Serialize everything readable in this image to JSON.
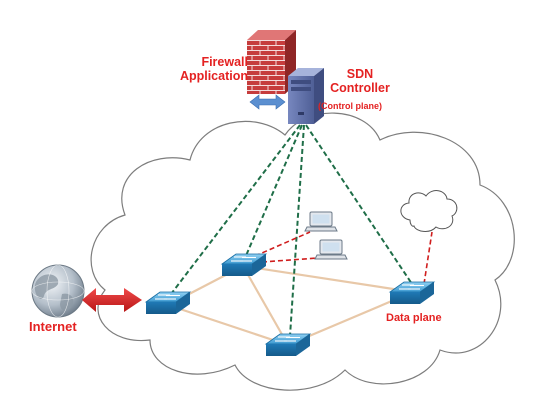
{
  "labels": {
    "firewall_line1": "Firewall",
    "firewall_line2": "Application",
    "sdn_line1": "SDN",
    "sdn_line2": "Controller",
    "control_plane": "(Control plane)",
    "internet": "Internet",
    "data_plane": "Data plane"
  },
  "icons": {
    "firewall": "firewall-brick-wall-icon",
    "controller": "server-tower-icon",
    "switch": "network-switch-icon",
    "laptop": "laptop-icon",
    "globe": "globe-icon",
    "small_cloud": "cloud-icon",
    "network_cloud": "cloud-icon"
  },
  "colors": {
    "label_red": "#e42222",
    "control_link": "#1f6e48",
    "physical_link": "#e8c8a8",
    "host_link": "#d01e1e",
    "switch_blue": "#2a86c4",
    "firewall_brick": "#c23a3a",
    "server_purple": "#5d6fa6",
    "cloud_outline": "#7d7d7d"
  }
}
